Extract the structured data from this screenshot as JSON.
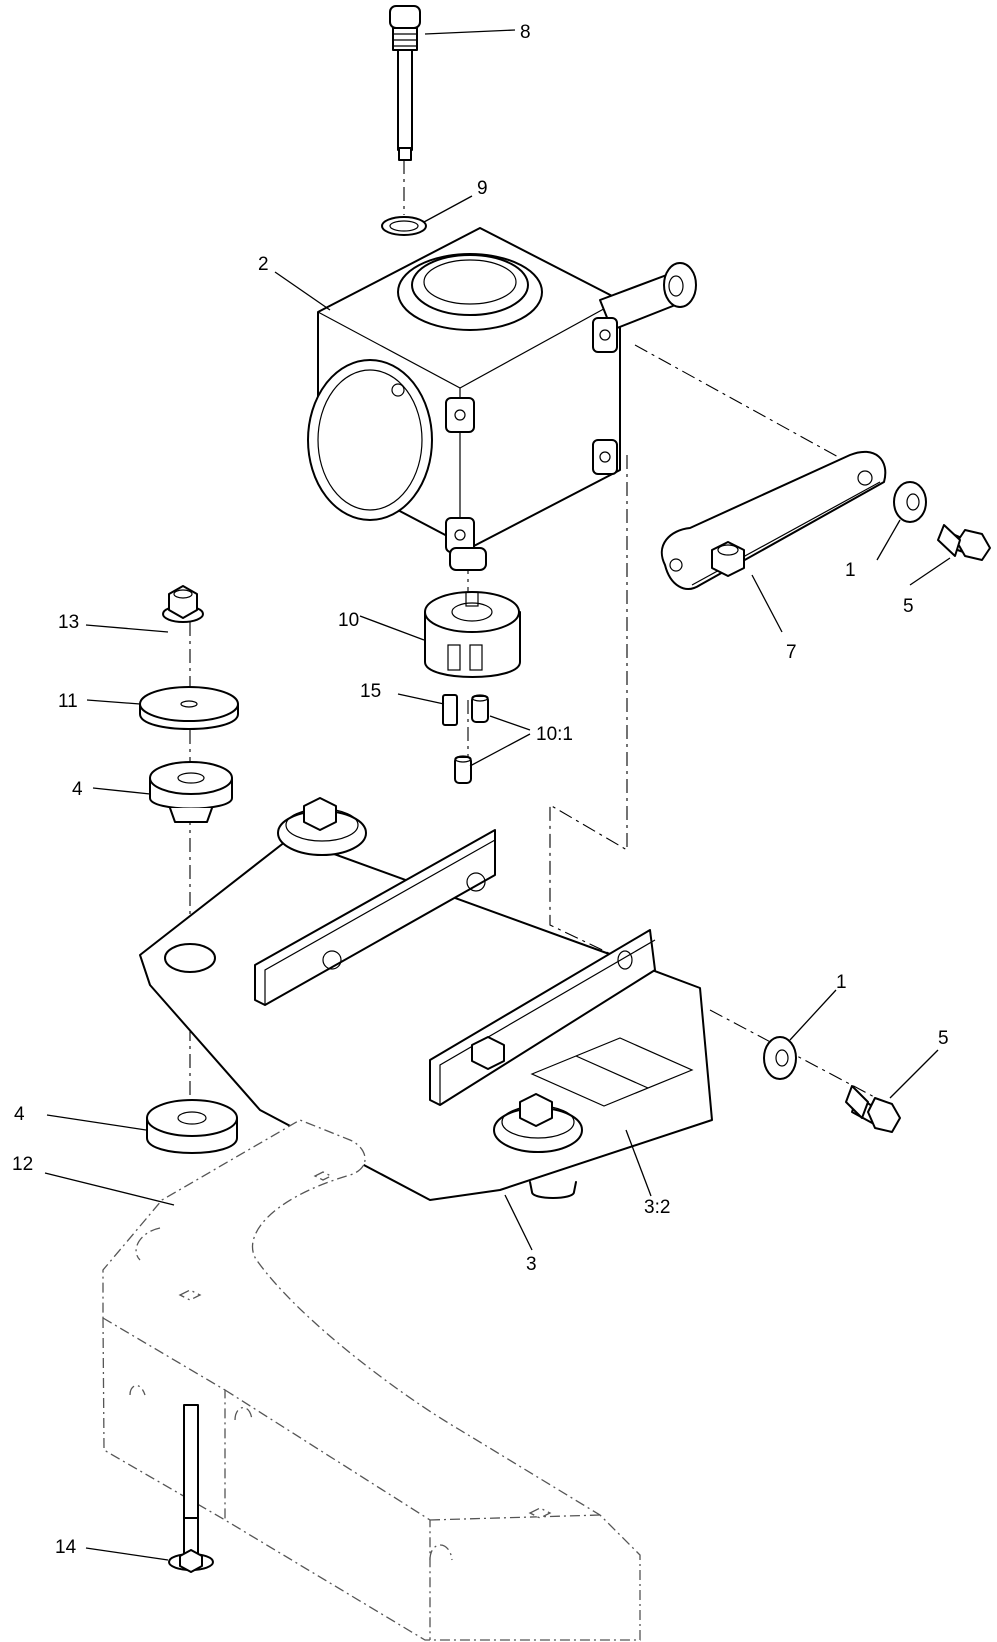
{
  "callouts": {
    "c8": "8",
    "c9": "9",
    "c2": "2",
    "c1a": "1",
    "c5a": "5",
    "c7": "7",
    "c13": "13",
    "c10": "10",
    "c11": "11",
    "c15": "15",
    "c10_1": "10:1",
    "c4a": "4",
    "c1b": "1",
    "c5b": "5",
    "c4b": "4",
    "c12": "12",
    "c3_2": "3:2",
    "c3": "3",
    "c14": "14"
  },
  "colors": {
    "line": "#000000",
    "ghost": "#555555",
    "background": "#ffffff"
  }
}
